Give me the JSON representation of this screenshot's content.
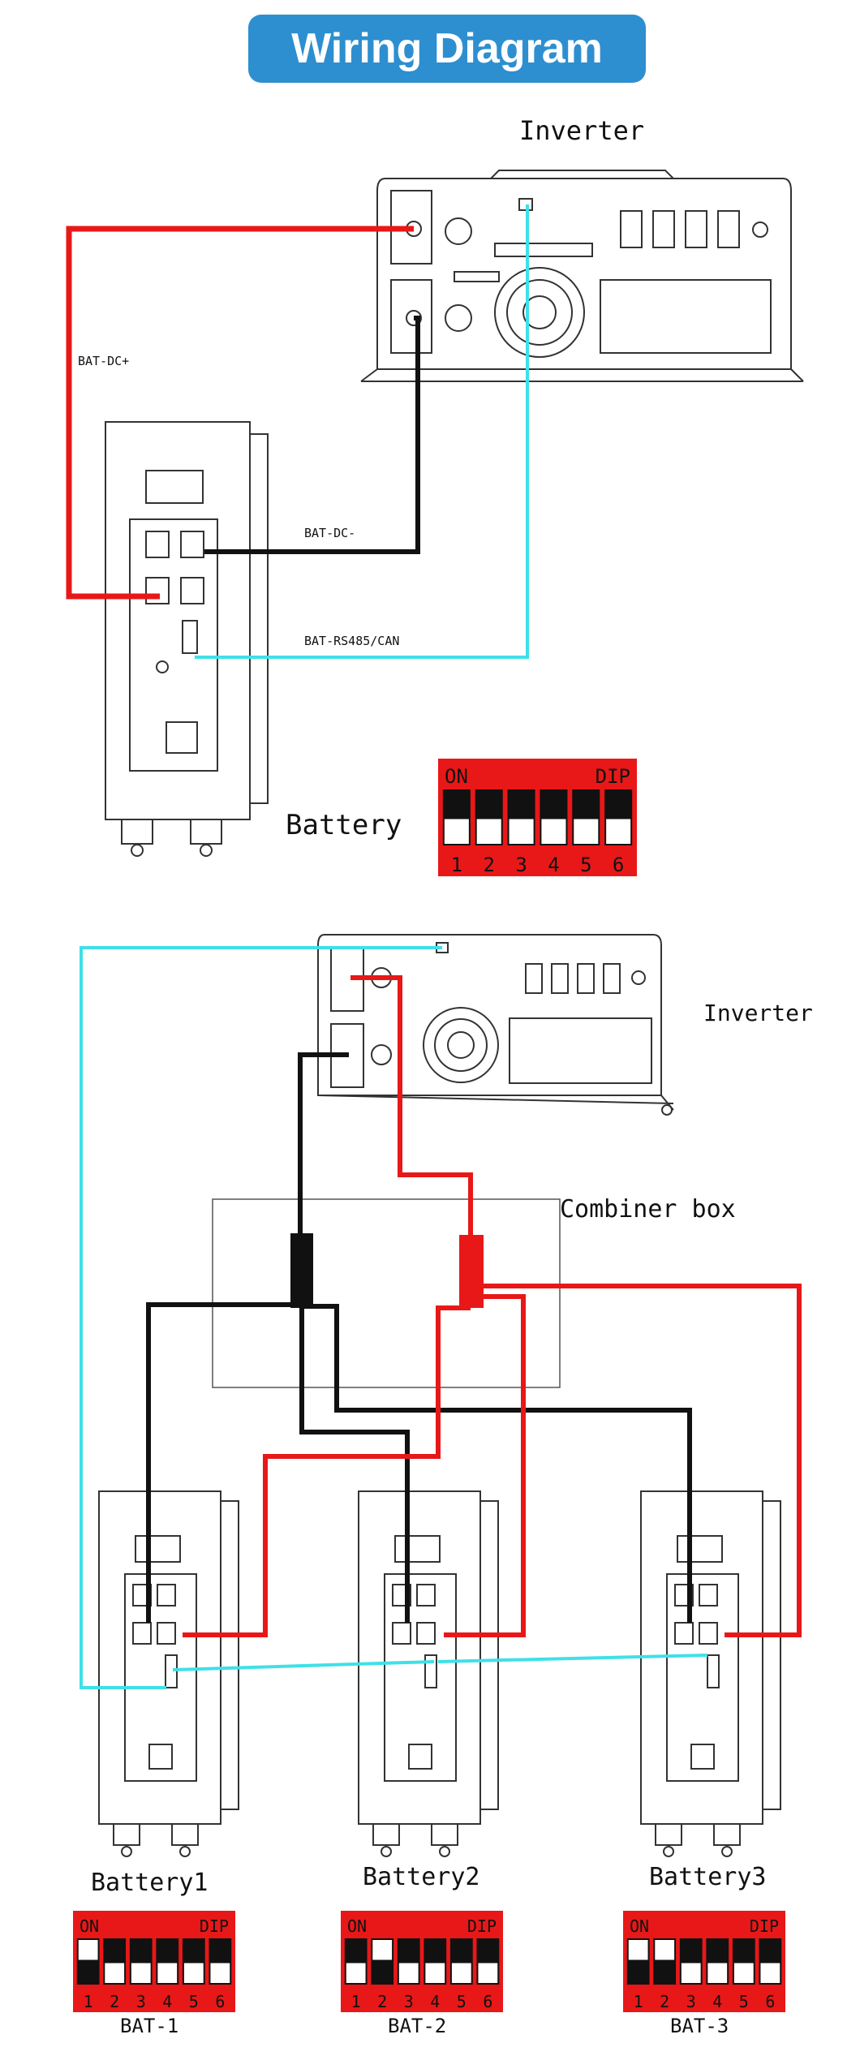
{
  "title": "Wiring Diagram",
  "single": {
    "inverter_label": "Inverter",
    "battery_label": "Battery",
    "wires": {
      "positive": "BAT-DC+",
      "negative": "BAT-DC-",
      "comm": "BAT-RS485/CAN"
    },
    "dip": {
      "on": "ON",
      "dip": "DIP",
      "numbers": [
        "1",
        "2",
        "3",
        "4",
        "5",
        "6"
      ],
      "up": [
        false,
        false,
        false,
        false,
        false,
        false
      ]
    }
  },
  "parallel": {
    "inverter_label": "Inverter",
    "combiner_label": "Combiner box",
    "batteries": [
      {
        "label": "Battery1",
        "bat": "BAT-1",
        "up": [
          true,
          false,
          false,
          false,
          false,
          false
        ]
      },
      {
        "label": "Battery2",
        "bat": "BAT-2",
        "up": [
          false,
          true,
          false,
          false,
          false,
          false
        ]
      },
      {
        "label": "Battery3",
        "bat": "BAT-3",
        "up": [
          true,
          true,
          false,
          false,
          false,
          false
        ]
      }
    ]
  },
  "colors": {
    "red": "#e81818",
    "black": "#111111",
    "cyan": "#3fe0e8",
    "dip_bg": "#e81818"
  }
}
